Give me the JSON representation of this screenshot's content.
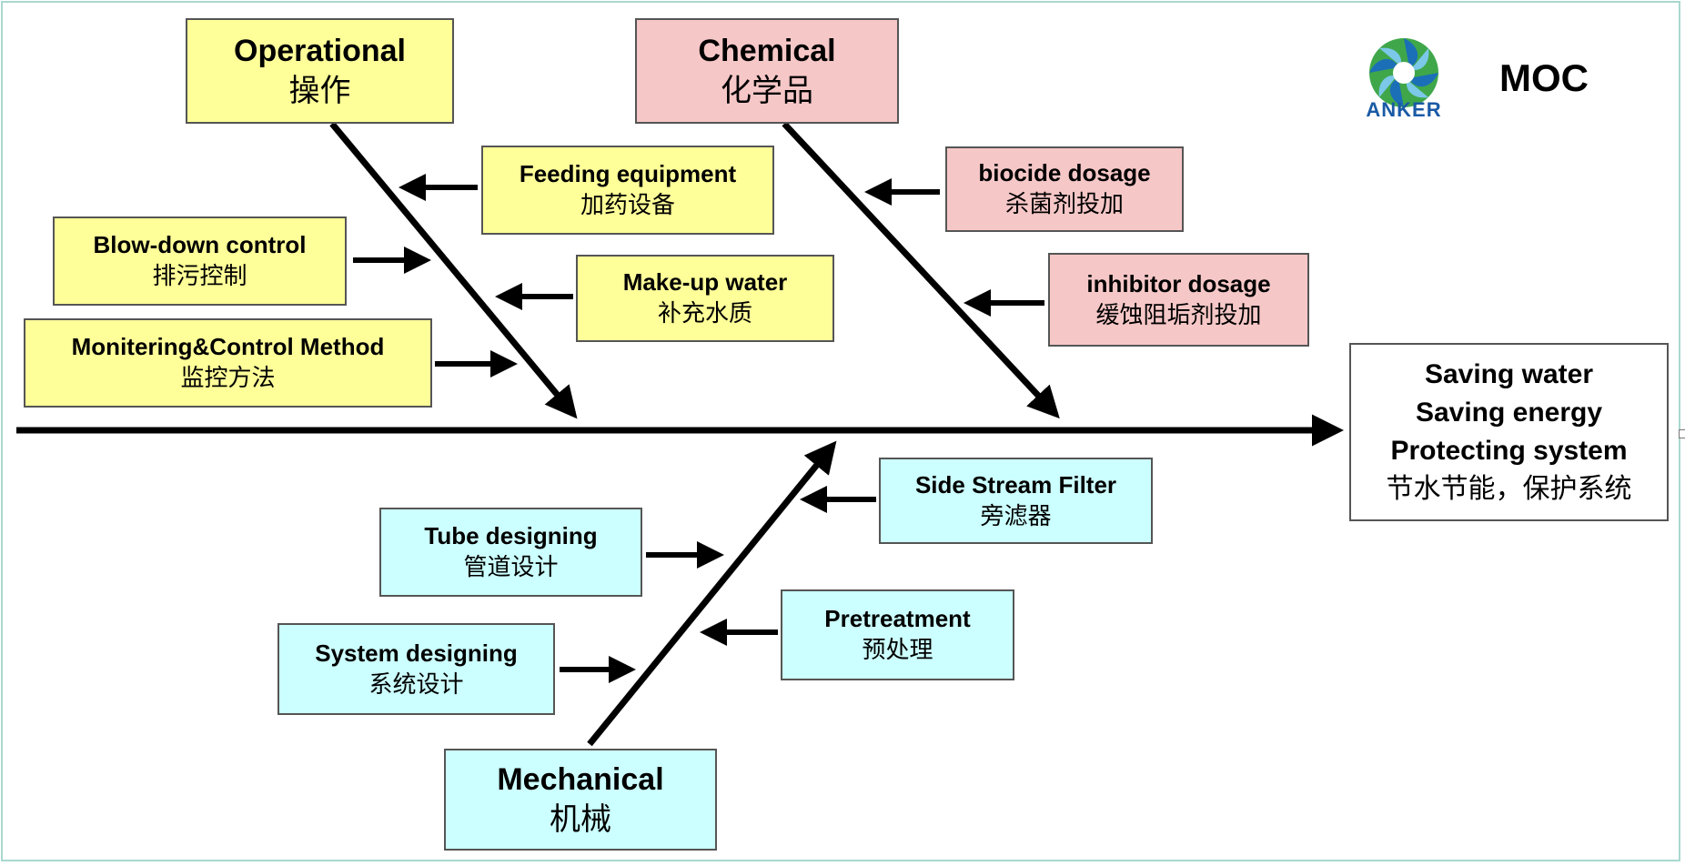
{
  "header": {
    "brand": "ANKER",
    "title": "MOC"
  },
  "colors": {
    "operational": "#ffff99",
    "chemical": "#f6c7c7",
    "mechanical": "#ccffff",
    "line": "#000000"
  },
  "categories": {
    "operational": {
      "en": "Operational",
      "zh": "操作"
    },
    "chemical": {
      "en": "Chemical",
      "zh": "化学品"
    },
    "mechanical": {
      "en": "Mechanical",
      "zh": "机械"
    }
  },
  "causes": {
    "operational": [
      {
        "en": "Feeding equipment",
        "zh": "加药设备"
      },
      {
        "en": "Blow-down control",
        "zh": "排污控制"
      },
      {
        "en": "Make-up water",
        "zh": "补充水质"
      },
      {
        "en": "Monitering&Control Method",
        "zh": "监控方法"
      }
    ],
    "chemical": [
      {
        "en": "biocide dosage",
        "zh": "杀菌剂投加"
      },
      {
        "en": "inhibitor dosage",
        "zh": "缓蚀阻垢剂投加"
      }
    ],
    "mechanical": [
      {
        "en": "Side Stream Filter",
        "zh": "旁滤器"
      },
      {
        "en": "Tube designing",
        "zh": "管道设计"
      },
      {
        "en": "Pretreatment",
        "zh": "预处理"
      },
      {
        "en": "System designing",
        "zh": "系统设计"
      }
    ]
  },
  "effect": {
    "line1": "Saving water",
    "line2": "Saving energy",
    "line3": "Protecting system",
    "zh": "节水节能，保护系统"
  }
}
